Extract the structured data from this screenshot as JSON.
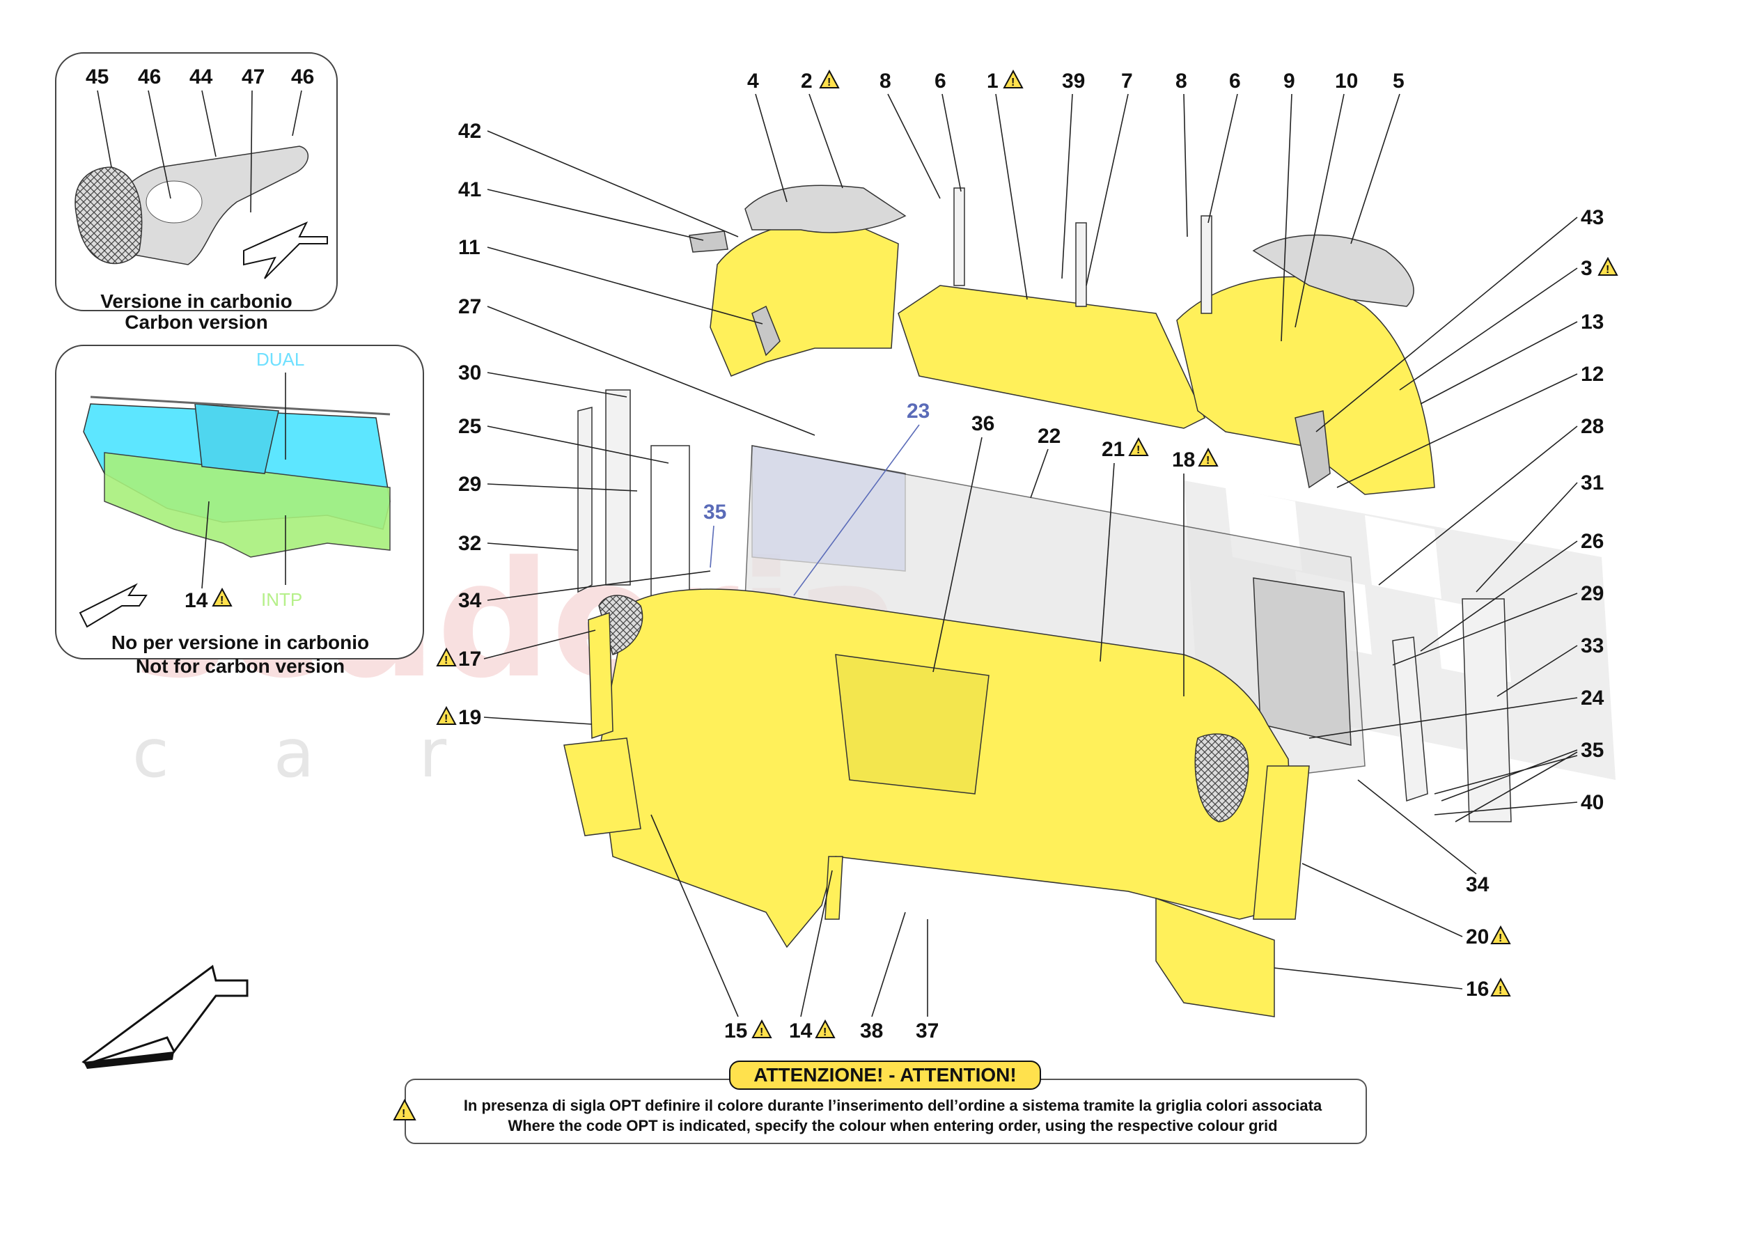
{
  "watermark": {
    "main": "scuderia",
    "sub": "car parts"
  },
  "inset_carbon": {
    "caption_it": "Versione in carbonio",
    "caption_en": "Carbon version",
    "callouts": [
      "45",
      "46",
      "44",
      "47",
      "46"
    ]
  },
  "inset_standard": {
    "label_dual": "DUAL",
    "label_intp": "INTP",
    "callout": "14",
    "caption_it": "No per versione in carbonio",
    "caption_en": "Not for carbon version"
  },
  "callouts_top": [
    "4",
    "2",
    "8",
    "6",
    "1",
    "39",
    "7",
    "8",
    "6",
    "9",
    "10",
    "5"
  ],
  "callouts_left": [
    "42",
    "41",
    "11",
    "27",
    "30",
    "25",
    "29",
    "32",
    "34",
    "17",
    "19"
  ],
  "callouts_center": [
    "23",
    "35",
    "36",
    "22",
    "21",
    "18"
  ],
  "callouts_right": [
    "43",
    "3",
    "13",
    "12",
    "28",
    "31",
    "26",
    "29",
    "33",
    "24",
    "35",
    "40",
    "34",
    "20",
    "16"
  ],
  "callouts_bottom": [
    "15",
    "14",
    "38",
    "37"
  ],
  "notice": {
    "title": "ATTENZIONE! - ATTENTION!",
    "line_it": "In presenza di sigla OPT definire il colore durante l’inserimento dell’ordine a sistema tramite la griglia colori associata",
    "line_en": "Where the code OPT is indicated, specify the colour when entering order, using the respective colour grid"
  },
  "colors": {
    "trim_yellow": "#fff05a",
    "trim_dual_cyan": "#5de6ff",
    "trim_intp_green": "#a8f07c",
    "panel_blue": "#aab8f2",
    "grey_part": "#d9d9d9",
    "warning_yellow": "#ffe14d"
  }
}
